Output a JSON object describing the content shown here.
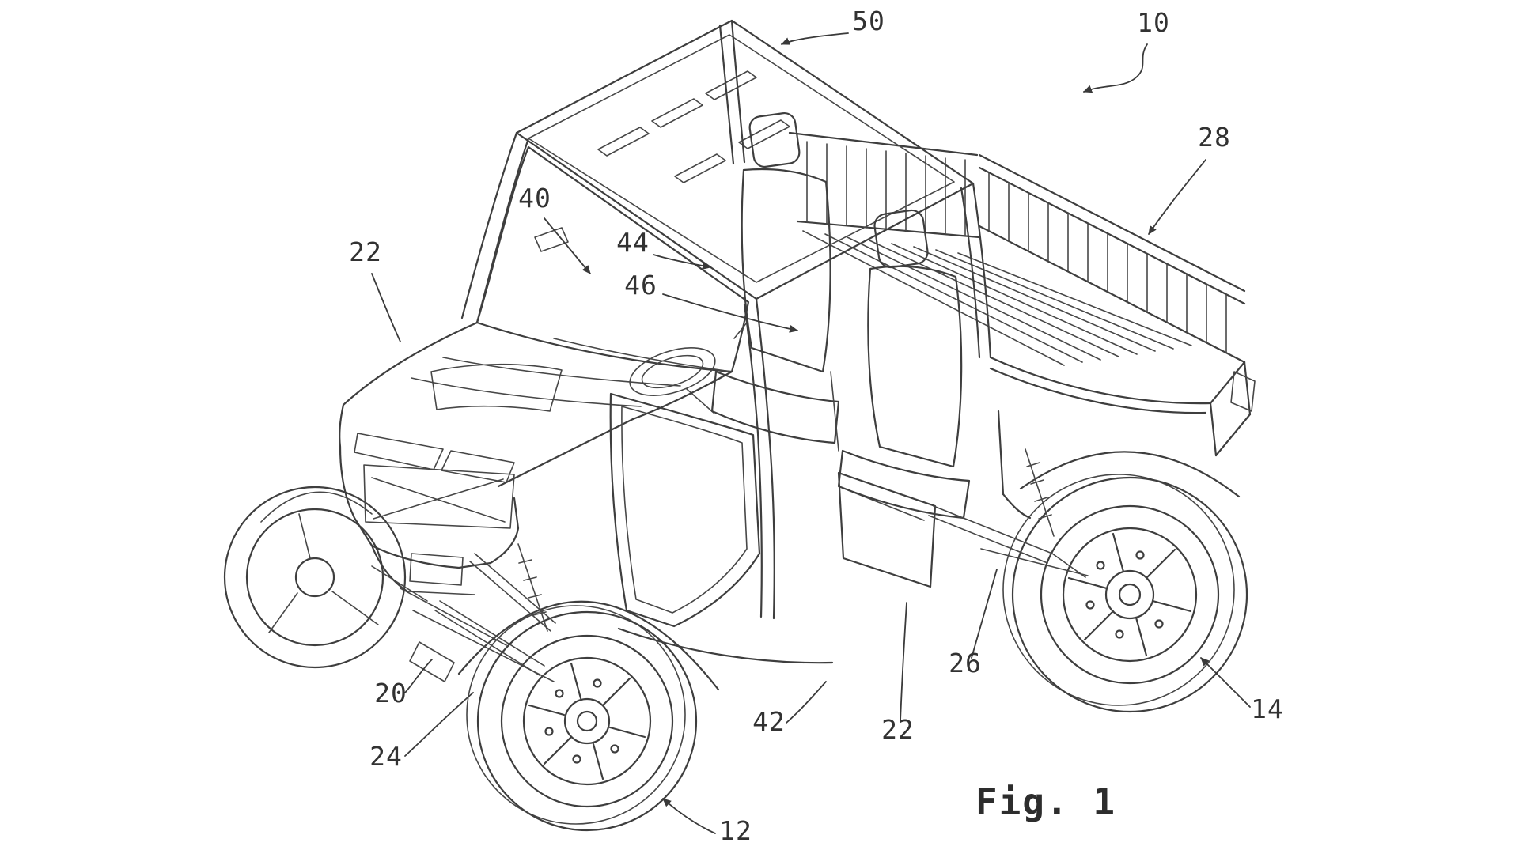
{
  "figure": {
    "caption": "Fig. 1",
    "background": "#ffffff",
    "line_color": "#3e3e3e",
    "reference_numerals": {
      "n10": "10",
      "n12": "12",
      "n14": "14",
      "n20": "20",
      "n22_front": "22",
      "n22_rear": "22",
      "n24": "24",
      "n26": "26",
      "n28": "28",
      "n40": "40",
      "n42": "42",
      "n44": "44",
      "n46": "46",
      "n50": "50"
    }
  }
}
